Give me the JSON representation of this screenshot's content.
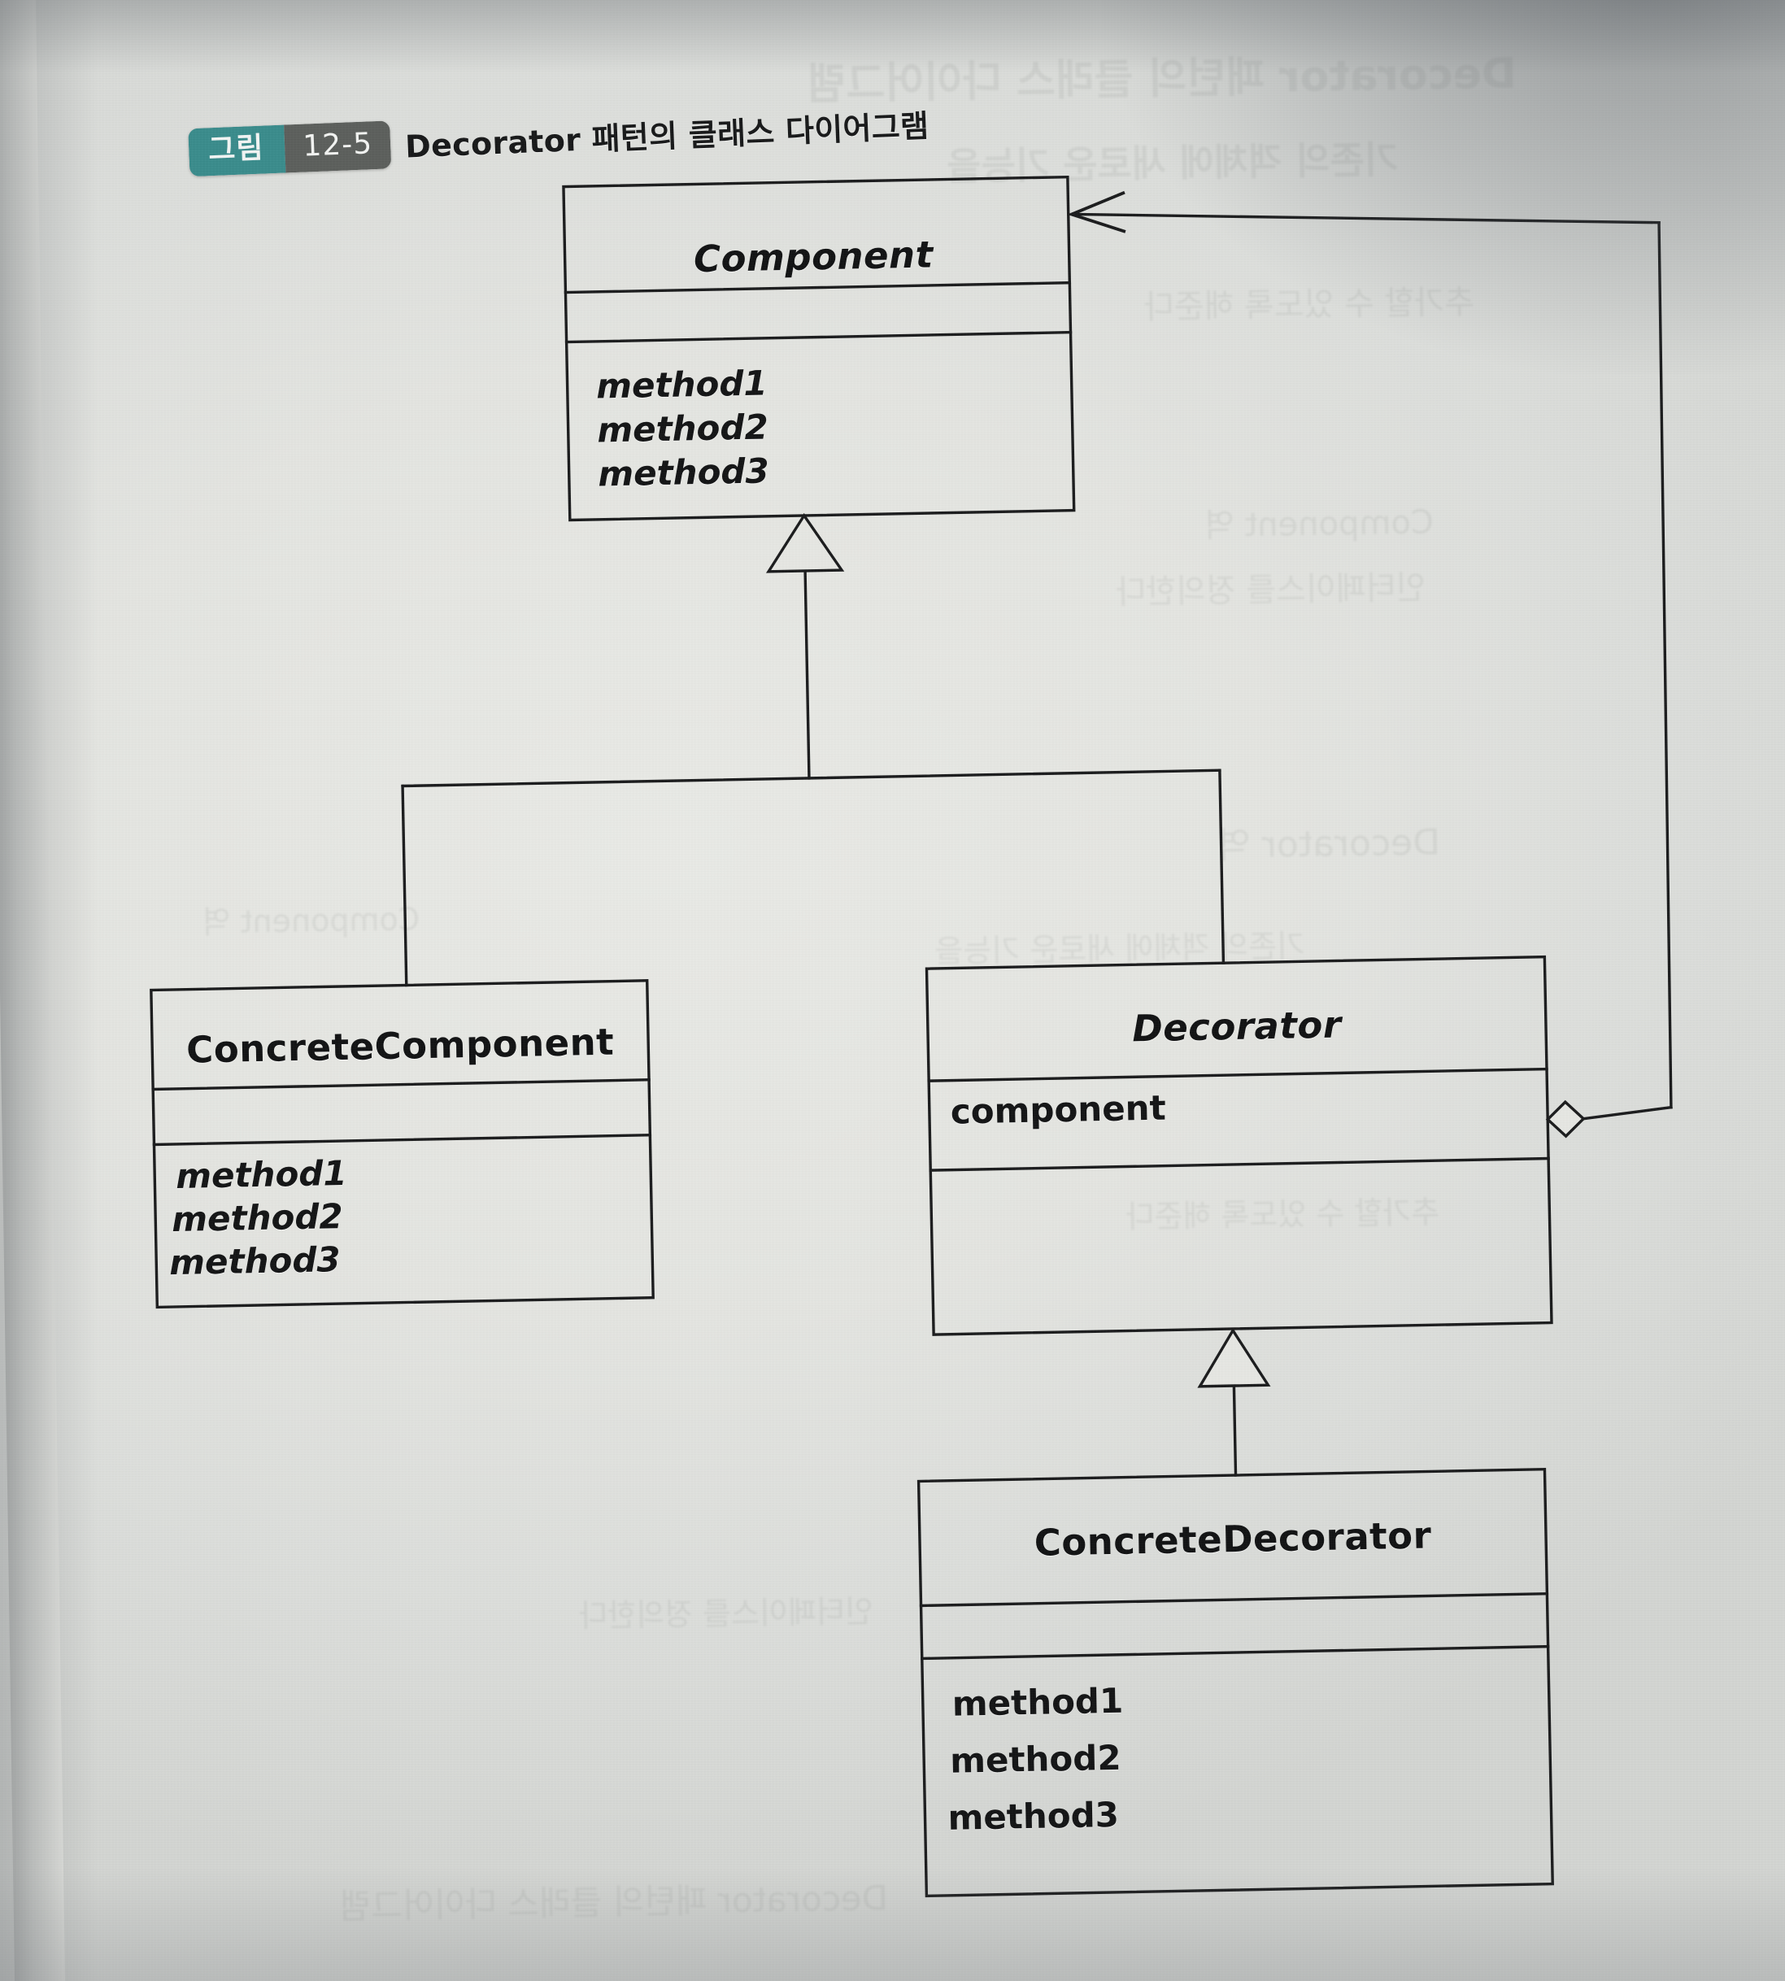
{
  "figure": {
    "badge_label": "그림",
    "badge_number": "12-5",
    "caption": "Decorator 패턴의 클래스 다이어그램",
    "badge_label_color": "#3a8c8c",
    "badge_number_color": "#5c5f5c",
    "badge_text_color": "#f2f5f4"
  },
  "diagram": {
    "type": "uml-class-diagram",
    "line_color": "#1b1c1d",
    "classes": [
      {
        "id": "component",
        "name": "Component",
        "stereotype": "abstract",
        "italic": true,
        "attributes": [],
        "operations": [
          "method1",
          "method2",
          "method3"
        ],
        "operations_italic": true
      },
      {
        "id": "concrete-component",
        "name": "ConcreteComponent",
        "stereotype": "concrete",
        "italic": false,
        "attributes": [],
        "operations": [
          "method1",
          "method2",
          "method3"
        ],
        "operations_italic": true
      },
      {
        "id": "decorator",
        "name": "Decorator",
        "stereotype": "abstract",
        "italic": true,
        "attributes": [
          "component"
        ],
        "operations": [],
        "operations_italic": false
      },
      {
        "id": "concrete-decorator",
        "name": "ConcreteDecorator",
        "stereotype": "concrete",
        "italic": false,
        "attributes": [],
        "operations": [
          "method1",
          "method2",
          "method3"
        ],
        "operations_italic": false
      }
    ],
    "relationships": [
      {
        "id": "gen-cc-component",
        "type": "generalization",
        "from": "concrete-component",
        "to": "component",
        "arrow": "hollow-triangle"
      },
      {
        "id": "gen-dec-component",
        "type": "generalization",
        "from": "decorator",
        "to": "component",
        "arrow": "hollow-triangle"
      },
      {
        "id": "gen-cd-decorator",
        "type": "generalization",
        "from": "concrete-decorator",
        "to": "decorator",
        "arrow": "hollow-triangle"
      },
      {
        "id": "agg-dec-component",
        "type": "aggregation",
        "from": "decorator",
        "to": "component",
        "arrow": "open-arrow",
        "source_marker": "hollow-diamond"
      }
    ]
  },
  "ghost_text": [
    "Decorator 패턴의 클래스 다이어그램",
    "기존의 객체에 새로운 기능을",
    "추가할 수 있도록 해준다",
    "Component 역",
    "인터페이스를 정의한다",
    "Decorator 역"
  ]
}
